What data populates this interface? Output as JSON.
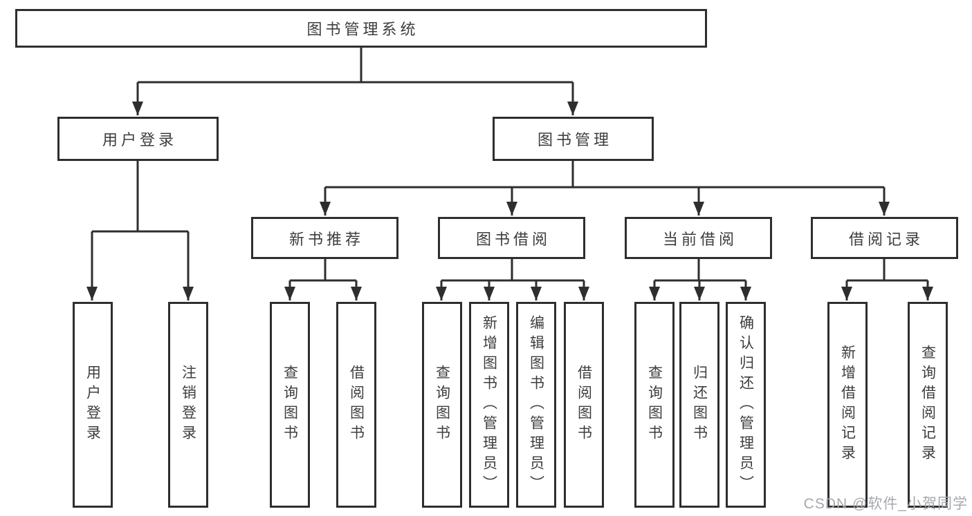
{
  "tree": {
    "label": "图书管理系统",
    "children": [
      {
        "label": "用户登录",
        "children": [
          {
            "label": "用户登录"
          },
          {
            "label": "注销登录"
          }
        ]
      },
      {
        "label": "图书管理",
        "children": [
          {
            "label": "新书推荐",
            "children": [
              {
                "label": "查询图书"
              },
              {
                "label": "借阅图书"
              }
            ]
          },
          {
            "label": "图书借阅",
            "children": [
              {
                "label": "查询图书"
              },
              {
                "label": "新增图书（管理员）"
              },
              {
                "label": "编辑图书（管理员）"
              },
              {
                "label": "借阅图书"
              }
            ]
          },
          {
            "label": "当前借阅",
            "children": [
              {
                "label": "查询图书"
              },
              {
                "label": "归还图书"
              },
              {
                "label": "确认归还（管理员）"
              }
            ]
          },
          {
            "label": "借阅记录",
            "children": [
              {
                "label": "新增借阅记录"
              },
              {
                "label": "查询借阅记录"
              }
            ]
          }
        ]
      }
    ]
  },
  "watermark": "CSDN @软件_小贺同学",
  "colors": {
    "line": "#2e2e2e",
    "text": "#3d3d3d",
    "watermark": "#a6a9ad",
    "background": "#ffffff"
  }
}
